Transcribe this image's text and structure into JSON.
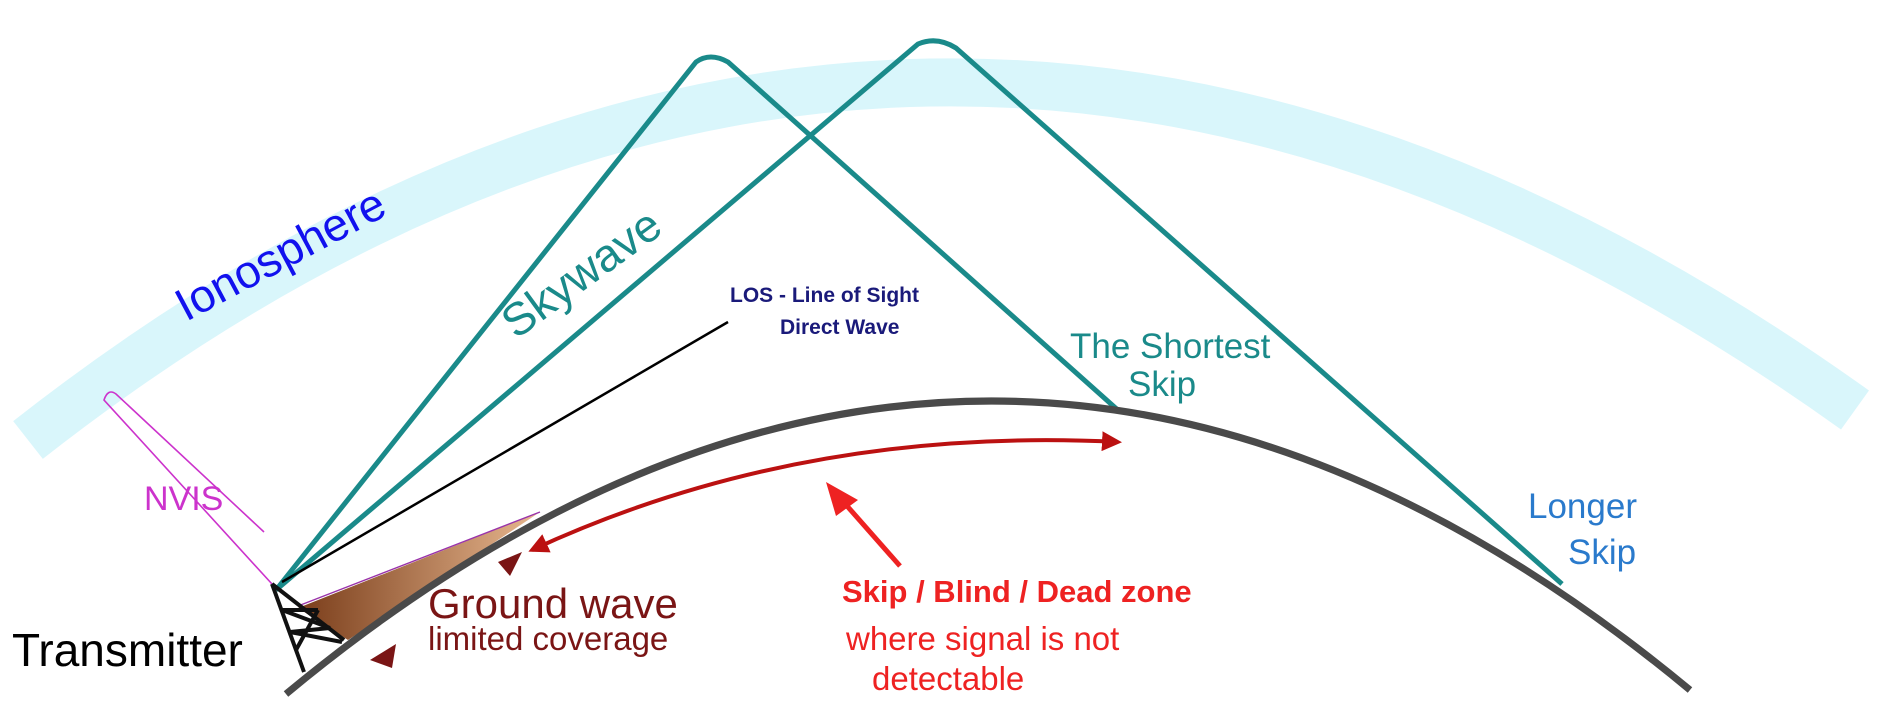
{
  "labels": {
    "ionosphere": "Ionosphere",
    "skywave": "Skywave",
    "los_line1": "LOS - Line of Sight",
    "los_line2": "Direct Wave",
    "shortest_skip_line1": "The Shortest",
    "shortest_skip_line2": "Skip",
    "longer_skip_line1": "Longer",
    "longer_skip_line2": "Skip",
    "nvis": "NVIS",
    "ground_wave_line1": "Ground wave",
    "ground_wave_line2": "limited coverage",
    "skip_zone_title": "Skip / Blind / Dead zone",
    "skip_zone_desc_line1": "where signal is not",
    "skip_zone_desc_line2": "detectable",
    "transmitter": "Transmitter"
  },
  "colors": {
    "ionosphere_band": "#d9f6fb",
    "ionosphere_text": "#1111ee",
    "skywave": "#1a8a8a",
    "earth": "#4a4a4a",
    "los_line": "#000000",
    "los_text": "#1a1a7a",
    "nvis": "#cc33cc",
    "ground_wave": "#7a1515",
    "skip_zone_arrow": "#bb1111",
    "skip_zone_text": "#ee2222",
    "longer_skip_text": "#2a7acc"
  }
}
